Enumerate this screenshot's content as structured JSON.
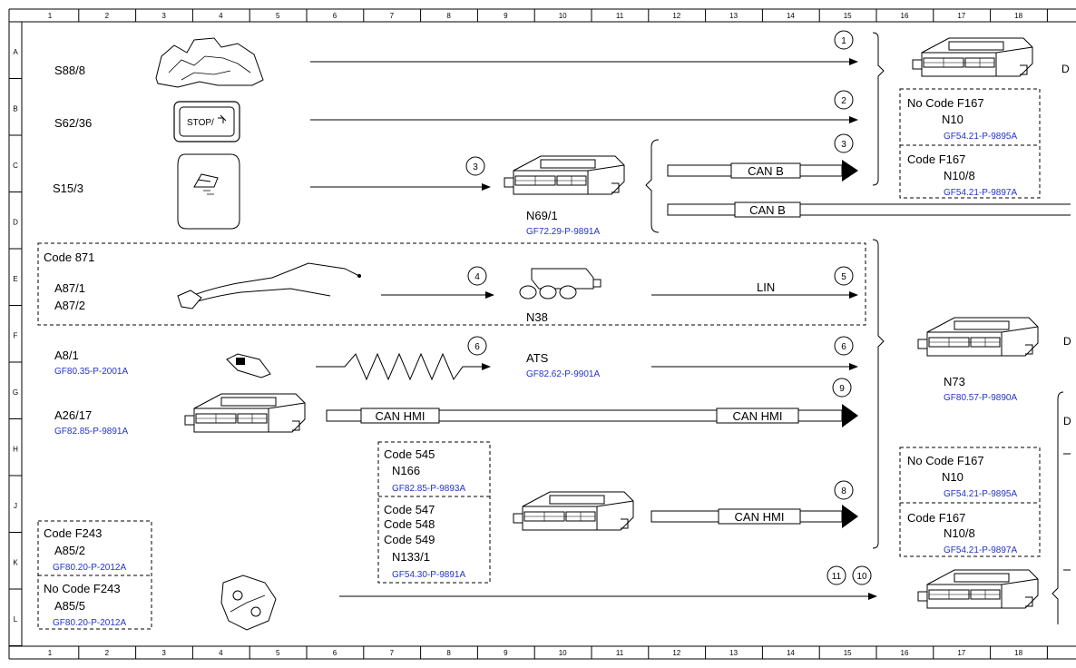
{
  "grid": {
    "columns": [
      "1",
      "2",
      "3",
      "4",
      "5",
      "6",
      "7",
      "8",
      "9",
      "10",
      "11",
      "12",
      "13",
      "14",
      "15",
      "16",
      "17",
      "18"
    ],
    "rows": [
      "A",
      "B",
      "C",
      "D",
      "E",
      "F",
      "G",
      "H",
      "J",
      "K",
      "L"
    ]
  },
  "components": {
    "s88_8": "S88/8",
    "s62_36": "S62/36",
    "s15_3": "S15/3",
    "n69_1": "N69/1",
    "n69_1_ref": "GF72.29-P-9891A",
    "code_871": "Code 871",
    "a87_1": "A87/1",
    "a87_2": "A87/2",
    "n38": "N38",
    "a8_1": "A8/1",
    "a8_1_ref": "GF80.35-P-2001A",
    "ats": "ATS",
    "ats_ref": "GF82.62-P-9901A",
    "a26_17": "A26/17",
    "a26_17_ref": "GF82.85-P-9891A",
    "code_545": "Code 545",
    "n166": "N166",
    "n166_ref": "GF82.85-P-9893A",
    "code_547": "Code 547",
    "code_548": "Code 548",
    "code_549": "Code 549",
    "n133_1": "N133/1",
    "n133_1_ref": "GF54.30-P-9891A",
    "code_f243": "Code F243",
    "a85_2": "A85/2",
    "a85_2_ref": "GF80.20-P-2012A",
    "no_code_f243": "No Code F243",
    "a85_5": "A85/5",
    "a85_5_ref": "GF80.20-P-2012A",
    "n73": "N73",
    "n73_ref": "GF80.57-P-9890A",
    "stop_button_text": "STOP/"
  },
  "boxes": {
    "top": {
      "no_code": "No Code F167",
      "n10": "N10",
      "n10_ref": "GF54.21-P-9895A",
      "code": "Code F167",
      "n10_8": "N10/8",
      "n10_8_ref": "GF54.21-P-9897A"
    },
    "lower": {
      "no_code": "No Code F167",
      "n10": "N10",
      "n10_ref": "GF54.21-P-9895A",
      "code": "Code F167",
      "n10_8": "N10/8",
      "n10_8_ref": "GF54.21-P-9897A"
    }
  },
  "signals": {
    "s1": "1",
    "s2": "2",
    "s3a": "3",
    "s3b": "3",
    "s4": "4",
    "s5": "5",
    "s6a": "6",
    "s6b": "6",
    "s8": "8",
    "s9": "9",
    "s10": "10",
    "s11": "11"
  },
  "buses": {
    "can_b_1": "CAN B",
    "can_b_2": "CAN B",
    "lin": "LIN",
    "can_hmi_left": "CAN HMI",
    "can_hmi_right": "CAN HMI",
    "can_hmi_lower": "CAN HMI"
  },
  "colors": {
    "reference_link": "#2233cc",
    "line": "#000000"
  }
}
